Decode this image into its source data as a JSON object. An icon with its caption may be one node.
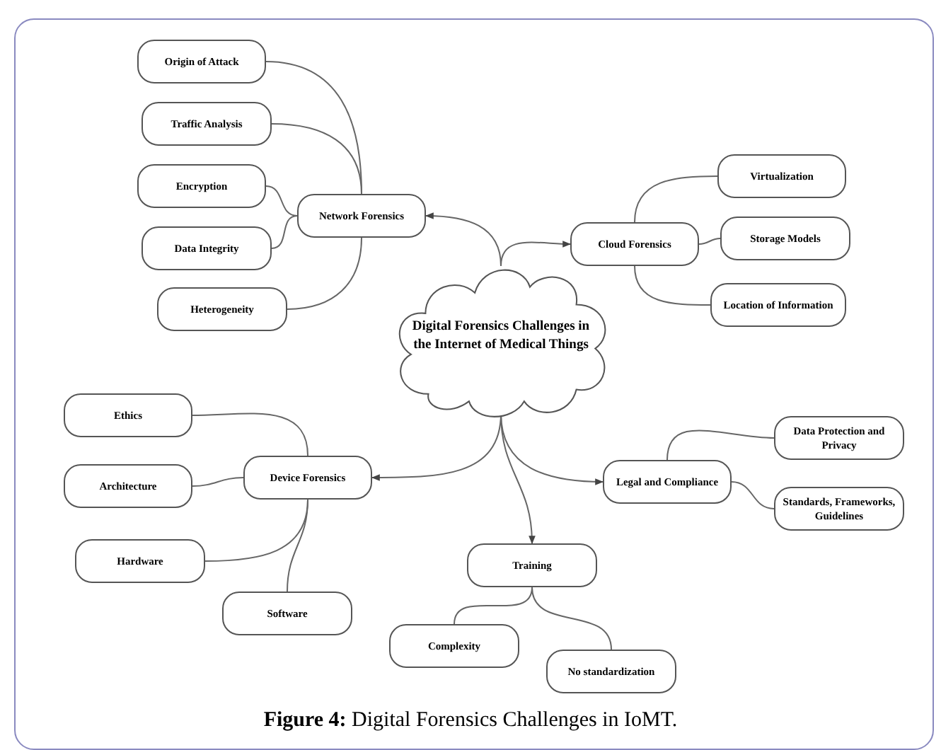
{
  "diagram": {
    "caption": "**Figure 4:** Digital Forensics Challenges in IoMT.",
    "nodes": [
      {
        "text": [
          "Digital Forensics Challenges in the Internet of Medical Things"
        ]
      },
      {
        "text": [
          "Network Forensics"
        ]
      },
      {
        "text": [
          "Origin of Attack"
        ]
      },
      {
        "text": [
          "Traffic Analysis"
        ]
      },
      {
        "text": [
          "Encryption"
        ]
      },
      {
        "text": [
          "Data Integrity"
        ]
      },
      {
        "text": [
          "Heterogeneity"
        ]
      },
      {
        "text": [
          "Cloud Forensics"
        ]
      },
      {
        "text": [
          "Virtualization"
        ]
      },
      {
        "text": [
          "Storage Models"
        ]
      },
      {
        "text": [
          "Location of Information"
        ]
      },
      {
        "text": [
          "Device Forensics"
        ]
      },
      {
        "text": [
          "Ethics"
        ]
      },
      {
        "text": [
          "Architecture"
        ]
      },
      {
        "text": [
          "Hardware"
        ]
      },
      {
        "text": [
          "Software"
        ]
      },
      {
        "text": [
          "Legal and Compliance"
        ]
      },
      {
        "text": [
          "Data Protection and Privacy"
        ]
      },
      {
        "text": [
          "Standards, Frameworks, Guidelines"
        ]
      },
      {
        "text": [
          "Training"
        ]
      },
      {
        "text": [
          "Complexity"
        ]
      },
      {
        "text": [
          "No standardization"
        ]
      }
    ],
    "edges": [
      {
        "from": 0,
        "to": 1,
        "arrow": "to"
      },
      {
        "from": 0,
        "to": 7,
        "arrow": "to"
      },
      {
        "from": 0,
        "to": 11,
        "arrow": "to"
      },
      {
        "from": 0,
        "to": 16,
        "arrow": "to"
      },
      {
        "from": 0,
        "to": 19,
        "arrow": "to"
      },
      {
        "from": 1,
        "to": 2,
        "arrow": "none"
      },
      {
        "from": 1,
        "to": 3,
        "arrow": "none"
      },
      {
        "from": 1,
        "to": 4,
        "arrow": "none"
      },
      {
        "from": 1,
        "to": 5,
        "arrow": "none"
      },
      {
        "from": 1,
        "to": 6,
        "arrow": "none"
      },
      {
        "from": 7,
        "to": 8,
        "arrow": "none"
      },
      {
        "from": 7,
        "to": 9,
        "arrow": "none"
      },
      {
        "from": 7,
        "to": 10,
        "arrow": "none"
      },
      {
        "from": 11,
        "to": 12,
        "arrow": "none"
      },
      {
        "from": 11,
        "to": 13,
        "arrow": "none"
      },
      {
        "from": 11,
        "to": 14,
        "arrow": "none"
      },
      {
        "from": 11,
        "to": 15,
        "arrow": "none"
      },
      {
        "from": 16,
        "to": 17,
        "arrow": "none"
      },
      {
        "from": 16,
        "to": 18,
        "arrow": "none"
      },
      {
        "from": 19,
        "to": 20,
        "arrow": "none"
      },
      {
        "from": 19,
        "to": 21,
        "arrow": "none"
      }
    ]
  }
}
